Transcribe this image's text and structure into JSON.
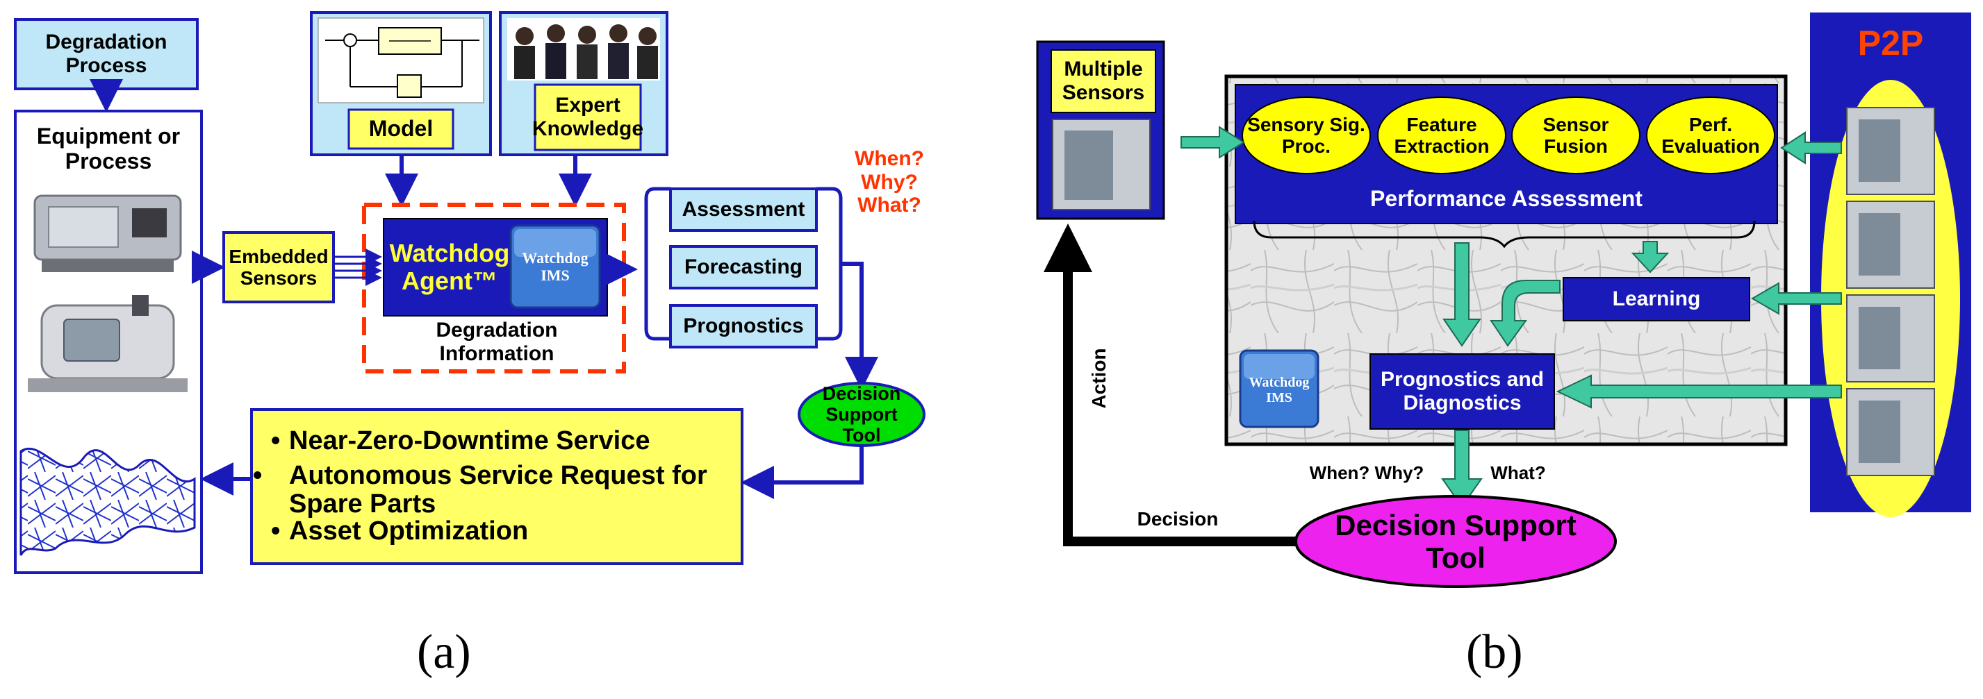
{
  "panel_a": {
    "degradation_process": "Degradation Process",
    "equipment": "Equipment or Process",
    "model": "Model",
    "expert_knowledge": "Expert Knowledge",
    "embedded_sensors": "Embedded Sensors",
    "watchdog_agent": "Watchdog Agent™",
    "watchdog_logo": "Watchdog IMS",
    "degradation_information": "Degradation Information",
    "questions": "When? Why? What?",
    "assessment": "Assessment",
    "forecasting": "Forecasting",
    "prognostics": "Prognostics",
    "decision_support": "Decision Support Tool",
    "benefits": [
      "Near-Zero-Downtime Service",
      "Autonomous Service Request for Spare Parts",
      "Asset Optimization"
    ],
    "caption": "(a)"
  },
  "panel_b": {
    "multiple_sensors": "Multiple Sensors",
    "p2p": "P2P",
    "sensory_sig_proc": "Sensory Sig. Proc.",
    "feature_extraction": "Feature Extraction",
    "sensor_fusion": "Sensor Fusion",
    "perf_evaluation": "Perf. Evaluation",
    "performance_assessment": "Performance Assessment",
    "learning": "Learning",
    "prognostics_diagnostics": "Prognostics and Diagnostics",
    "action": "Action",
    "decision": "Decision",
    "when_why": "When? Why?",
    "what": "What?",
    "decision_support": "Decision Support Tool",
    "watchdog_logo": "Watchdog IMS",
    "caption": "(b)"
  },
  "colors": {
    "blue": "#1a1ab8",
    "light_blue": "#bfe7f7",
    "yellow": "#ffff66",
    "green_ellipse": "#00dd00",
    "magenta": "#ee22ee",
    "teal_arrow": "#40c8a0",
    "red": "#ff3300"
  }
}
